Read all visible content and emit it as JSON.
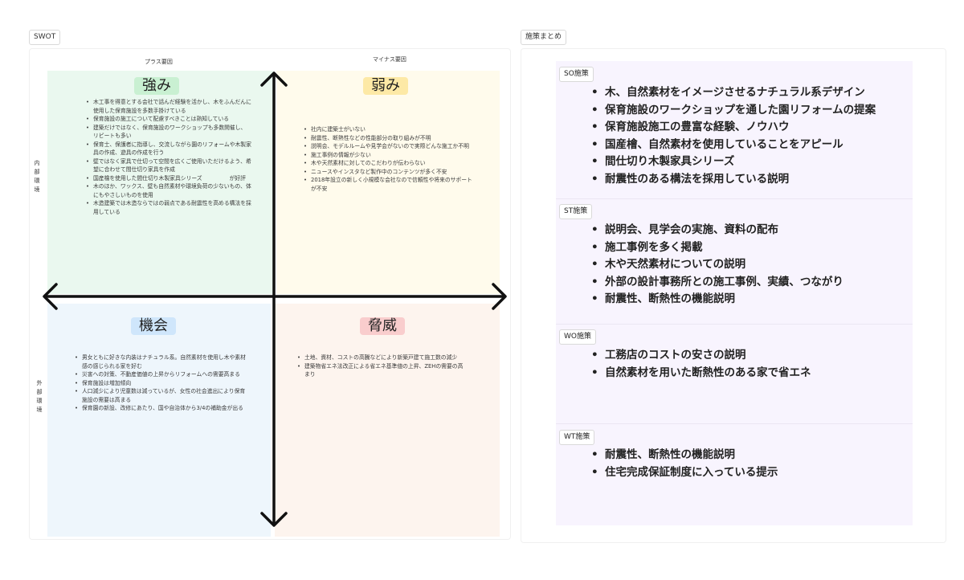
{
  "swot": {
    "tag": "SWOT",
    "col_plus": "プラス要因",
    "col_minus": "マイナス要因",
    "row_internal": [
      "内",
      "部",
      "環",
      "境"
    ],
    "row_external": [
      "外",
      "部",
      "環",
      "境"
    ],
    "strengths": {
      "title": "強み",
      "items": [
        "木工事を得意とする会社で話んだ経験を活かし、木をふんだんに使用した保育施設を多数手掛けている",
        "保育施設の施工について配慮すべきことは熟知している",
        "建築だけではなく、保育施設のワークショップも多数開催し、リピートも多い",
        "保育士、保護者に指導し、交流しながら園のリフォームや木製家具の作成、遊具の作成を行う",
        "壁ではなく家具で仕切って空間を広くご使用いただけるよう、希望に合わせて間仕切り家具を作成",
        "国産檜を使用した間仕切り木製家具シリーズ　　　　　が好評",
        "木のほか、ワックス、壁も自然素材や環境負荷の少ないもの、体にもやさしいものを使用",
        "木造建築では木造ならではの弱点である耐震性を高める構法を採用している"
      ]
    },
    "weaknesses": {
      "title": "弱み",
      "items": [
        "社内に建築士がいない",
        "耐震性、断熱性などの性能部分の取り組みが不明",
        "説明会、モデルルームや見学会がないので実際どんな施工か不明",
        "施工事例の情報が少ない",
        "木や天然素材に対してのこだわりが伝わらない",
        "ニュースやインスタなど製作中のコンテンツが多く不安",
        "2018年設立の新しく小規模な会社なので信頼性や将来のサポートが不安"
      ]
    },
    "opportunities": {
      "title": "機会",
      "items": [
        "男女ともに好きな内装はナチュラル系。自然素材を使用し木や素材感の感じられる家を好む",
        "災害への対策、不動産価値の上昇からリフォームへの需要高まる",
        "保育施設は増加傾向",
        "人口減少により児童数は減っているが、女性の社会進出により保育施設の需要は高まる",
        "保育園の新設、改修にあたり、国や自治体から3/4の補助金が出る"
      ]
    },
    "threats": {
      "title": "脅威",
      "items": [
        "土地、資材、コストの高騰などにより新築戸建て施工数の減少",
        "建築物省エネ法改正による省エネ基準値の上昇、ZEHの需要の高まり"
      ]
    }
  },
  "summary": {
    "tag": "施策まとめ",
    "sections": [
      {
        "label": "SO施策",
        "items": [
          "木、自然素材をイメージさせるナチュラル系デザイン",
          "保育施設のワークショップを通した園リフォームの提案",
          "保育施設施工の豊富な経験、ノウハウ",
          "国産檜、自然素材を使用していることをアピール",
          "間仕切り木製家具シリーズ",
          "耐震性のある構法を採用している説明"
        ]
      },
      {
        "label": "ST施策",
        "items": [
          "説明会、見学会の実施、資料の配布",
          "施工事例を多く掲載",
          "木や天然素材についての説明",
          "外部の設計事務所との施工事例、実績、つながり",
          "耐震性、断熱性の機能説明"
        ]
      },
      {
        "label": "WO施策",
        "items": [
          "工務店のコストの安さの説明",
          "自然素材を用いた断熱性のある家で省エネ"
        ]
      },
      {
        "label": "WT施策",
        "items": [
          "耐震性、断熱性の機能説明",
          "住宅完成保証制度に入っている提示"
        ]
      }
    ]
  },
  "colors": {
    "strength_bg": "#eaf8ef",
    "weakness_bg": "#fffbec",
    "opportunity_bg": "#eef6fc",
    "threat_bg": "#fdf4ee",
    "summary_bg": "#f8f4fe",
    "axis": "#111111"
  }
}
